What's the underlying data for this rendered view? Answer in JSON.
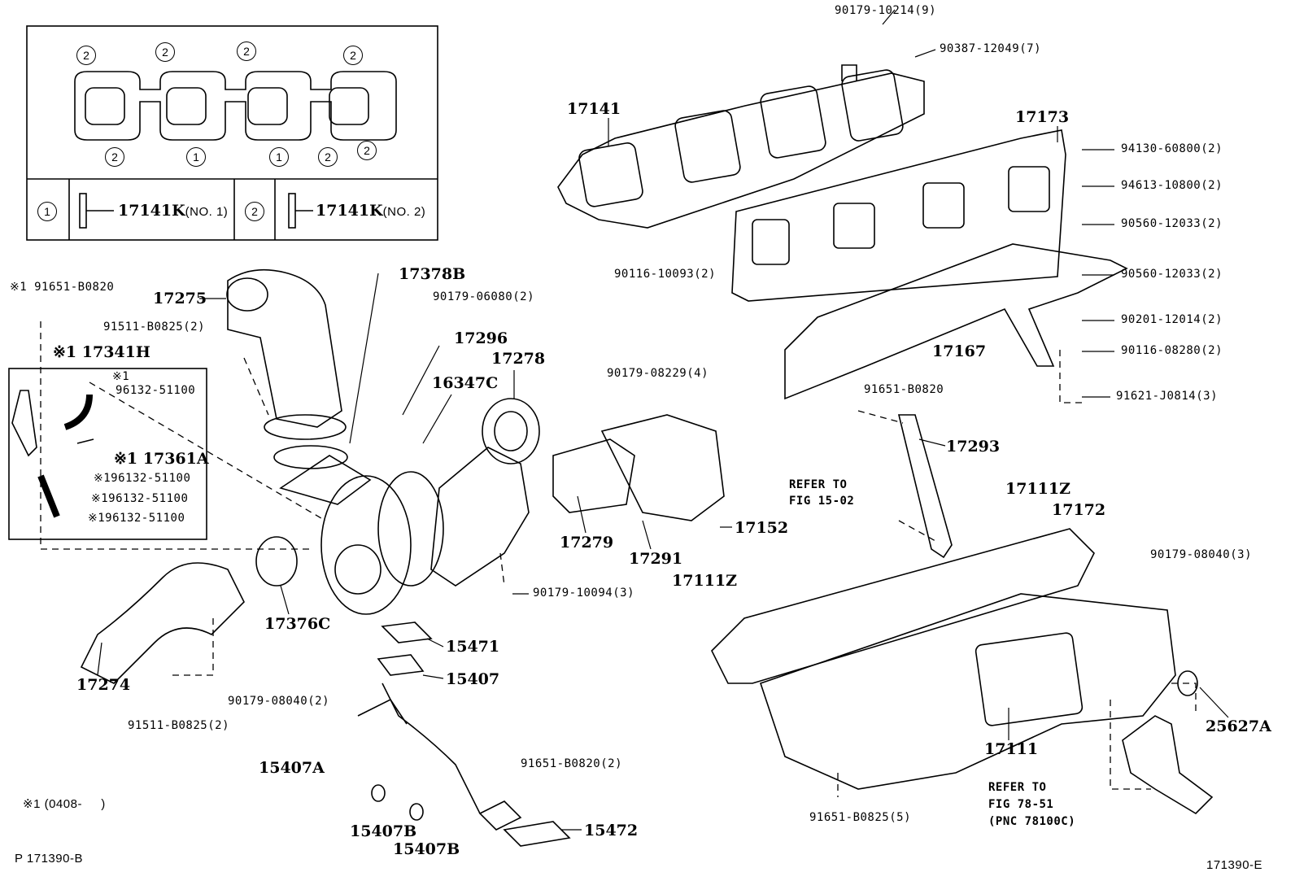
{
  "legend_box": {
    "top_markers": [
      "2",
      "2",
      "2",
      "2"
    ],
    "bottom_markers": [
      "2",
      "1",
      "1",
      "2",
      "2"
    ],
    "rows": [
      {
        "marker": "1",
        "part": "17141K",
        "note": "(NO. 1)"
      },
      {
        "marker": "2",
        "part": "17141K",
        "note": "(NO. 2)"
      }
    ]
  },
  "labels": {
    "p90179_10214": "90179-10214(9)",
    "p90387_12049": "90387-12049(7)",
    "p17141": "17141",
    "p17173": "17173",
    "p94130_60800": "94130-60800(2)",
    "p94613_10800": "94613-10800(2)",
    "p90560_12033a": "90560-12033(2)",
    "p90116_10093": "90116-10093(2)",
    "p90560_12033b": "90560-12033(2)",
    "p90201_12014": "90201-12014(2)",
    "p90116_08280": "90116-08280(2)",
    "p17167": "17167",
    "p91621_J0814": "91621-J0814(3)",
    "p91651_B0820a": "91651-B0820",
    "p17293": "17293",
    "refer1_line1": "REFER TO",
    "refer1_line2": "FIG 15-02",
    "p17111Za": "17111Z",
    "p17172": "17172",
    "p90179_08040a": "90179-08040(3)",
    "p17111Zb": "17111Z",
    "p25627A": "25627A",
    "p17111": "17111",
    "refer2_line1": "REFER TO",
    "refer2_line2": "FIG 78-51",
    "refer2_line3": "(PNC 78100C)",
    "p91651_B0825": "91651-B0825(5)",
    "fig_id_right": "171390-E",
    "p91651_B0820b": "※1 91651-B0820",
    "p17275": "17275",
    "p91511_B0825a": "91511-B0825(2)",
    "p17341H": "※1 17341H",
    "mark_96132a": "※1",
    "p96132a": "96132-51100",
    "p17361A": "※1 17361A",
    "p96132b": "※196132-51100",
    "p96132c": "※196132-51100",
    "p96132d": "※196132-51100",
    "p17378B": "17378B",
    "p90179_06080": "90179-06080(2)",
    "p17296": "17296",
    "p17278": "17278",
    "p16347C": "16347C",
    "p90179_08229": "90179-08229(4)",
    "p17279": "17279",
    "p17291": "17291",
    "p17152": "17152",
    "p90179_10094": "90179-10094(3)",
    "p17376C": "17376C",
    "p17274": "17274",
    "p15471": "15471",
    "p15407": "15407",
    "p90179_08040b": "90179-08040(2)",
    "p91511_B0825b": "91511-B0825(2)",
    "p15407A": "15407A",
    "p91651_B0820c": "91651-B0820(2)",
    "p15472": "15472",
    "p15407Ba": "15407B",
    "p15407Bb": "15407B",
    "footnote": "※1 (0408-     )",
    "fig_id_left": "P 171390-B"
  }
}
